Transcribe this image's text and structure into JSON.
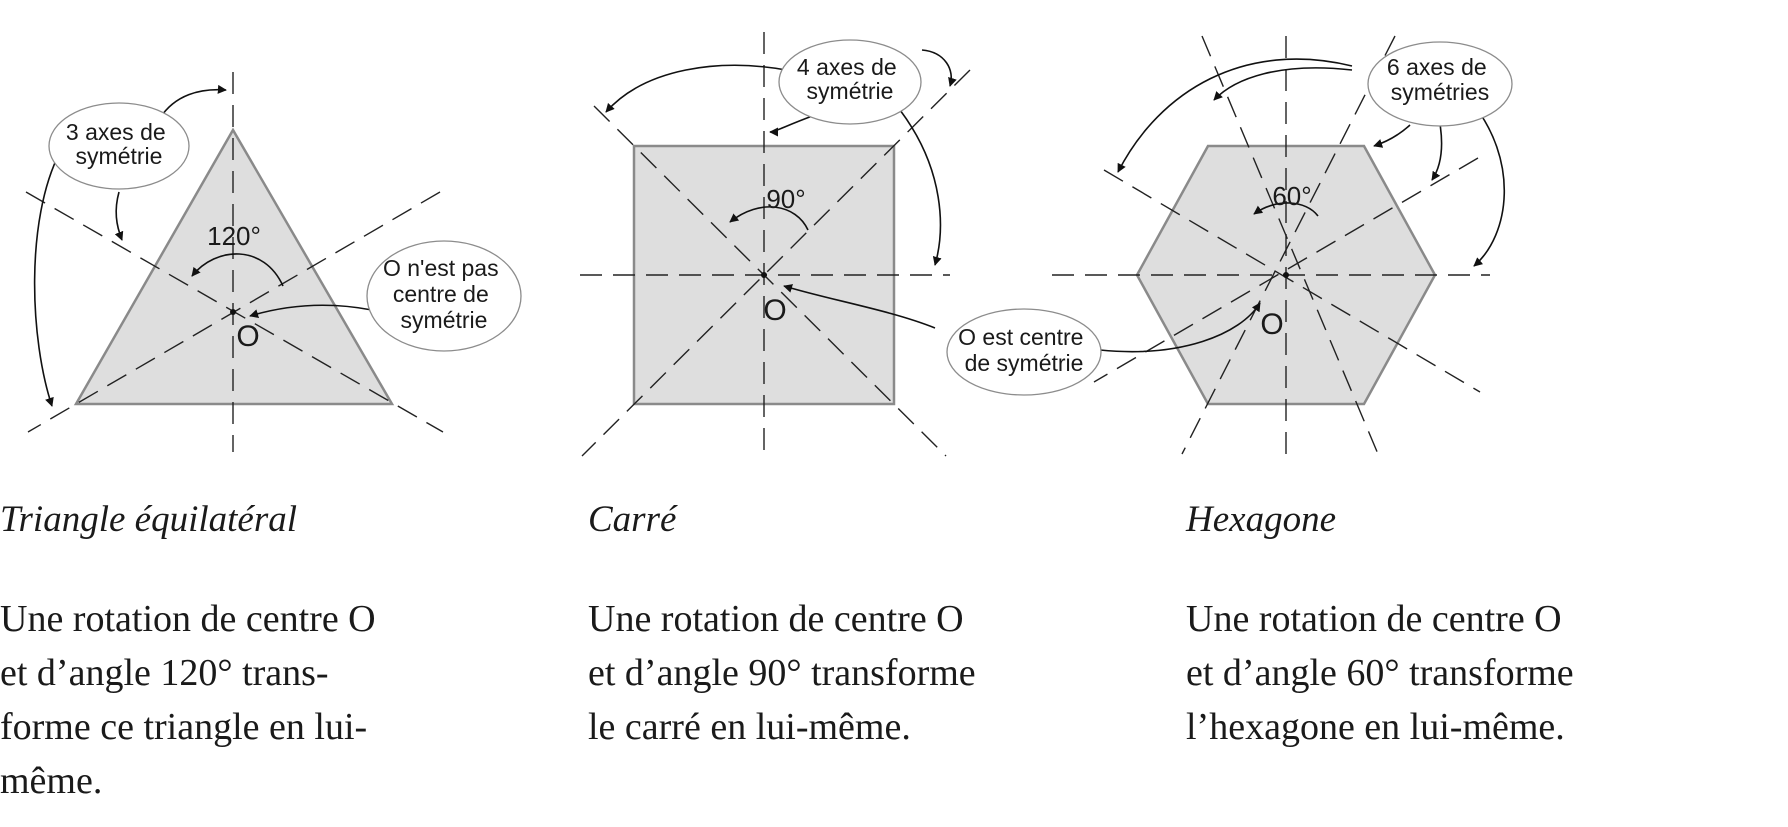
{
  "panels": [
    {
      "name": "triangle",
      "axes_label": [
        "3 axes de",
        "symétrie"
      ],
      "angle_label": "120°",
      "center_label": "O",
      "center_note": [
        "O n'est pas",
        "centre de",
        "symétrie"
      ],
      "caption": "Triangle équilatéral",
      "description": [
        "Une rotation de centre O",
        "et d’angle 120° trans-",
        "forme ce triangle en lui-",
        "même."
      ]
    },
    {
      "name": "square",
      "axes_label": [
        "4 axes de",
        "symétrie"
      ],
      "angle_label": "90°",
      "center_label": "O",
      "caption": "Carré",
      "description": [
        "Une rotation de centre O",
        "et d’angle 90° transforme",
        "le carré en lui-même."
      ]
    },
    {
      "name": "hexagon",
      "axes_label": [
        "6 axes de",
        "symétries"
      ],
      "angle_label": "60°",
      "center_label": "O",
      "caption": "Hexagone",
      "description": [
        "Une rotation de centre O",
        "et d’angle 60° transforme",
        "l’hexagone en lui-même."
      ]
    }
  ],
  "shared_note": [
    "O est centre",
    "de symétrie"
  ],
  "colors": {
    "shape_fill": "#dedede",
    "shape_stroke": "#8a8a8a",
    "ink": "#1a1a1a"
  }
}
